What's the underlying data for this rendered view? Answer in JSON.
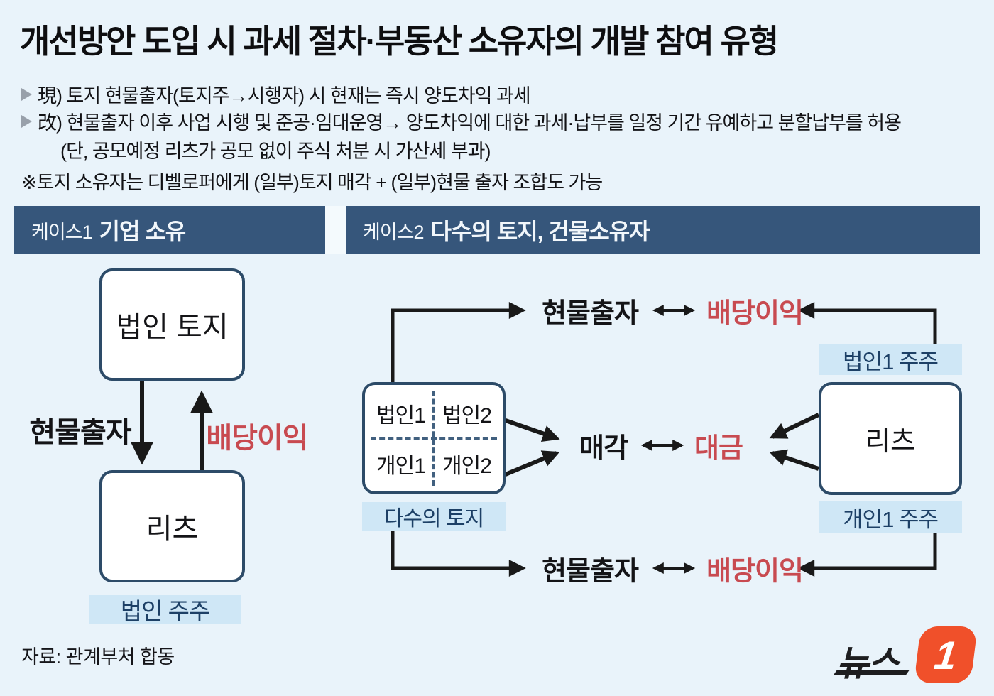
{
  "title": "개선방안 도입 시 과세 절차·부동산 소유자의 개발 참여 유형",
  "notes": {
    "current": "現) 토지 현물출자(토지주→시행자) 시 현재는 즉시 양도차익 과세",
    "revised": "改) 현물출자 이후 사업 시행 및 준공·임대운영→ 양도차익에 대한 과세·납부를 일정 기간 유예하고 분할납부를 허용",
    "revised_sub": "(단, 공모예정 리츠가 공모 없이 주식 처분 시 가산세 부과)",
    "combination": "※토지 소유자는 디벨로퍼에게 (일부)토지 매각 + (일부)현물 출자 조합도 가능"
  },
  "case1": {
    "header_prefix": "케이스1",
    "header_title": "기업 소유",
    "top_box": "법인 토지",
    "bottom_box": "리츠",
    "down_arrow_label": "현물출자",
    "up_arrow_label": "배당이익",
    "shareholder_label": "법인 주주"
  },
  "case2": {
    "header_prefix": "케이스2",
    "header_title": "다수의 토지, 건물소유자",
    "top_flow_left": "현물출자",
    "top_flow_right": "배당이익",
    "mid_flow_left": "매각",
    "mid_flow_right": "대금",
    "bottom_flow_left": "현물출자",
    "bottom_flow_right": "배당이익",
    "grid": {
      "cell_tl": "법인1",
      "cell_tr": "법인2",
      "cell_bl": "개인1",
      "cell_br": "개인2",
      "label": "다수의 토지"
    },
    "reits_box": "리츠",
    "corp_shareholder_label": "법인1 주주",
    "individual_shareholder_label": "개인1 주주"
  },
  "footer": {
    "source": "자료: 관계부처 합동",
    "logo_text": "뉴스",
    "logo_number": "1"
  },
  "colors": {
    "background": "#e9f3fa",
    "header_bar": "#36567b",
    "box_border": "#2d4b68",
    "label_background": "#cfe7f6",
    "label_text": "#1d4066",
    "accent_red": "#c84a50",
    "arrow_black": "#191919",
    "note_marker_gray": "#98a0aa",
    "logo_orange": "#f0502a"
  }
}
